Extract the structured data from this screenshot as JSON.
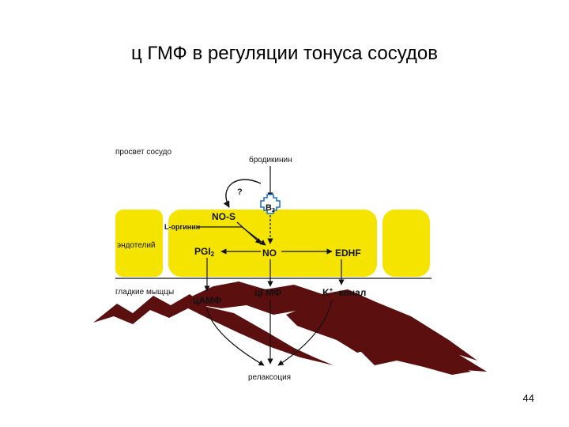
{
  "title": "ц ГМФ в регуляции тонуса сосудов",
  "page_number": "44",
  "diagram": {
    "regions": {
      "lumen": "просвет сосудо",
      "endothelium": "эндотелий",
      "smooth_muscle": "гладкие мыщцы"
    },
    "nodes": {
      "bradykinin": "бродикинин",
      "receptor": "B",
      "receptor_sub": "2",
      "question": "?",
      "nos": "NO-S",
      "arginine": "L-оргинин",
      "pgi": "PGI",
      "pgi_sub": "2",
      "no": "NO",
      "edhf": "EDHF",
      "camp": "цАМФ",
      "cgmp": "цГМФ",
      "k_channel": "K",
      "k_channel_sup": "+",
      "k_channel_suffix": "- конал",
      "relaxation": "релаксоция"
    },
    "colors": {
      "endothelium": "#f5e400",
      "muscle": "#5c0f0f",
      "receptor": "#1f6fd8"
    }
  }
}
